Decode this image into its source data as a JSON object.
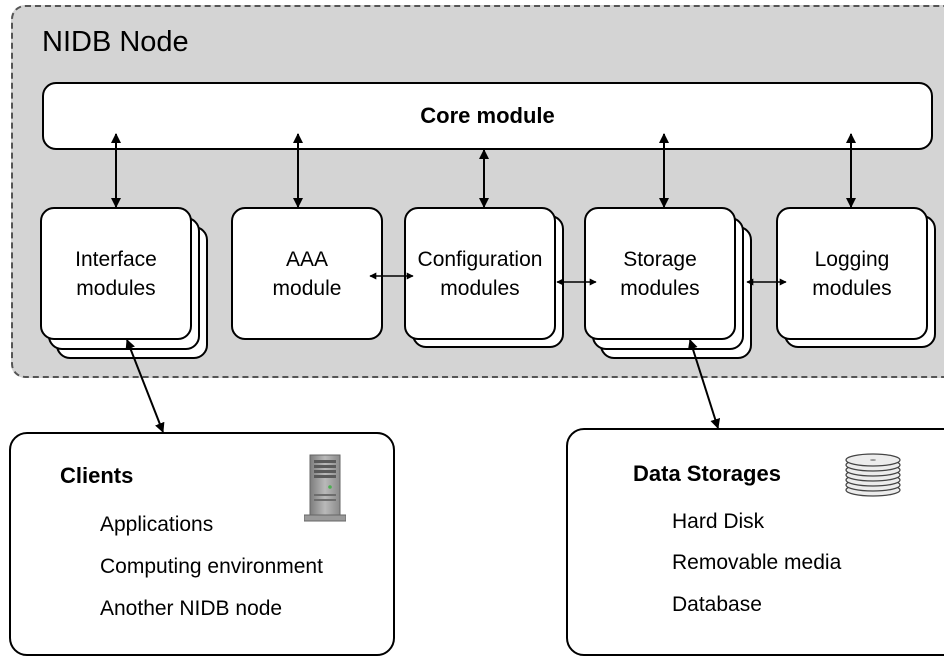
{
  "node": {
    "title": "NIDB Node",
    "core_label": "Core module",
    "modules": [
      {
        "label": "Interface\nmodules",
        "stacked": true
      },
      {
        "label": "AAA\nmodule",
        "stacked": false
      },
      {
        "label": "Configuration\nmodules",
        "stacked": false
      },
      {
        "label": "Storage\nmodules",
        "stacked": true
      },
      {
        "label": "Logging\nmodules",
        "stacked": false
      }
    ]
  },
  "clients": {
    "title": "Clients",
    "icon": "server-tower-icon",
    "items": [
      "Applications",
      "Computing environment",
      "Another NIDB node"
    ]
  },
  "storages": {
    "title": "Data Storages",
    "icon": "disk-stack-icon",
    "items": [
      "Hard Disk",
      "Removable media",
      "Database"
    ]
  }
}
